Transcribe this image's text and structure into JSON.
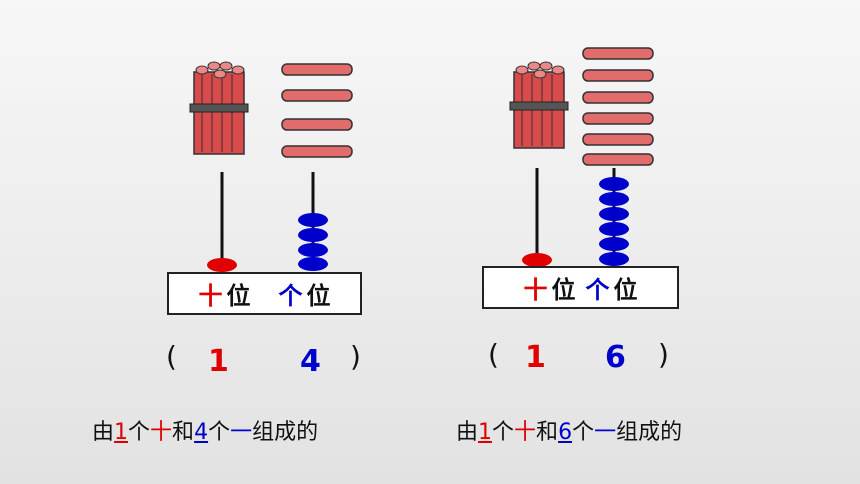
{
  "left": {
    "tens_char": "十",
    "ones_char": "个",
    "place_word": "位",
    "open_paren": "(",
    "close_paren": ")",
    "tens_digit": "1",
    "ones_digit": "4",
    "sentence": {
      "p1": "由",
      "num1": "1",
      "p2": "个",
      "w1": "十",
      "p3": "和",
      "num2": "4",
      "p4": "个",
      "w2": "一",
      "p5": "组成的"
    },
    "bundles": 1,
    "sticks": 4,
    "tens_beads": 1,
    "ones_beads": 4
  },
  "right": {
    "tens_char": "十",
    "ones_char": "个",
    "place_word": "位",
    "open_paren": "(",
    "close_paren": ")",
    "tens_digit": "1",
    "ones_digit": "6",
    "sentence": {
      "p1": "由",
      "num1": "1",
      "p2": "个",
      "w1": "十",
      "p3": "和",
      "num2": "6",
      "p4": "个",
      "w2": "一",
      "p5": "组成的"
    },
    "bundles": 1,
    "sticks": 6,
    "tens_beads": 1,
    "ones_beads": 6
  },
  "colors": {
    "tens": "#e00000",
    "ones": "#0000cc",
    "stick": "#e26b6b"
  }
}
